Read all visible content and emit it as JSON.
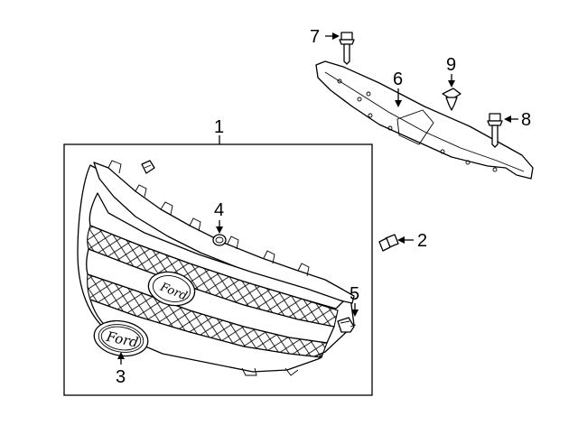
{
  "diagram": {
    "callouts": [
      {
        "id": "1",
        "text": "1"
      },
      {
        "id": "2",
        "text": "2"
      },
      {
        "id": "3",
        "text": "3"
      },
      {
        "id": "4",
        "text": "4"
      },
      {
        "id": "5",
        "text": "5"
      },
      {
        "id": "6",
        "text": "6"
      },
      {
        "id": "7",
        "text": "7"
      },
      {
        "id": "8",
        "text": "8"
      },
      {
        "id": "9",
        "text": "9"
      }
    ],
    "emblem_text": "Ford"
  }
}
